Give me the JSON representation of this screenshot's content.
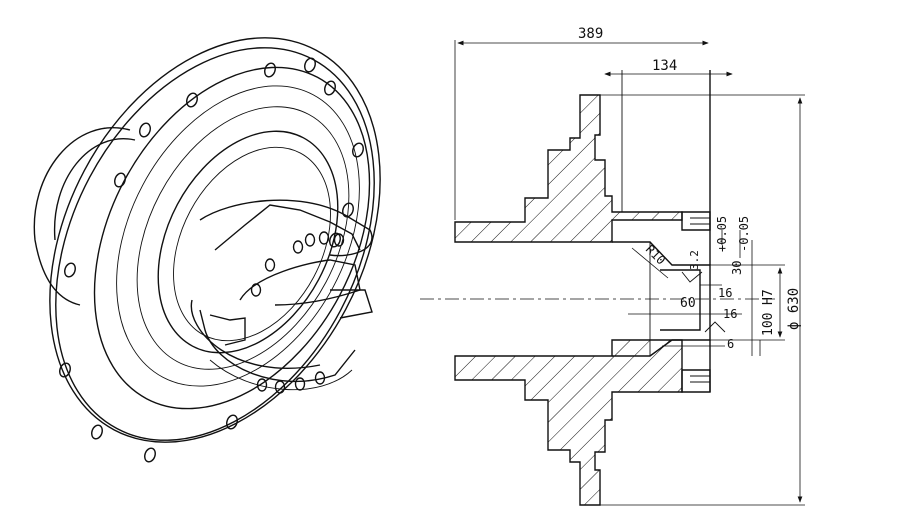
{
  "drawing": {
    "dimensions": {
      "overall_length": "389",
      "hub_length": "134",
      "tol_plus": "+0.05",
      "tol_minus": "-0.05",
      "dim_30": "30",
      "dim_16a": "16",
      "dim_16b": "16",
      "dim_60": "60",
      "dim_6": "6",
      "dim_100": "100",
      "fit_h7": "H7",
      "dia_630": "ϕ 630",
      "radius_r10": "R10",
      "roughness": "3.2"
    }
  }
}
